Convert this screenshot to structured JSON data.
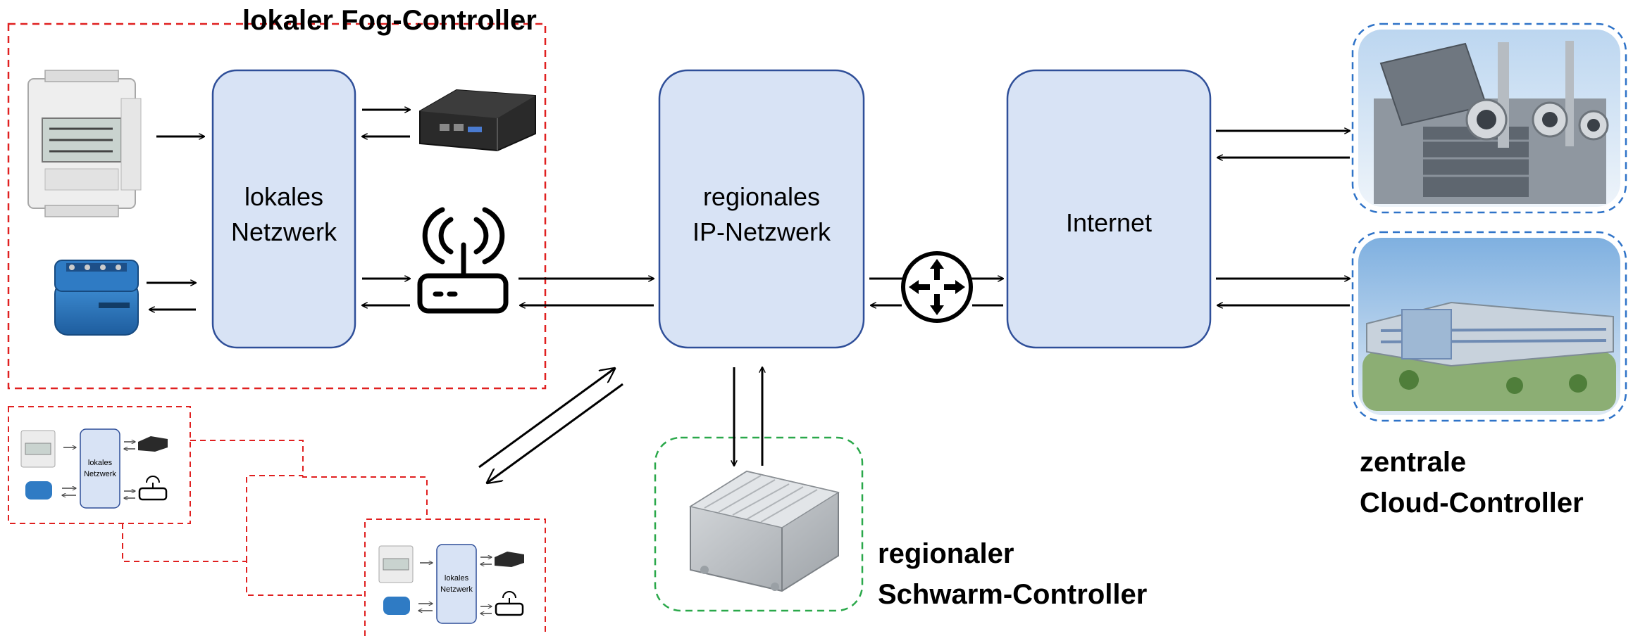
{
  "labels": {
    "local_fog_controller": "lokaler Fog-Controller",
    "regional_swarm_controller": [
      "regionaler",
      "Schwarm-Controller"
    ],
    "central_cloud_controller": [
      "zentrale",
      "Cloud-Controller"
    ]
  },
  "boxes": {
    "local_network": [
      "lokales",
      "Netzwerk"
    ],
    "regional_ip_network": [
      "regionales",
      "IP-Netzwerk"
    ],
    "internet": [
      "Internet"
    ]
  },
  "mini_box": [
    "lokales",
    "Netzwerk"
  ],
  "colors": {
    "box_fill": "#d8e3f5",
    "box_stroke": "#2f4f99",
    "fog_border": "#e02020",
    "swarm_border": "#2aa84a",
    "cloud_border": "#2f73c8",
    "arrow": "#000000"
  },
  "icons": [
    "smart-meter-icon",
    "smart-relay-icon",
    "mini-pc-icon",
    "wifi-router-icon",
    "network-router-icon",
    "outdoor-gateway-icon",
    "datacenter-building-icon",
    "cloud-campus-icon"
  ]
}
